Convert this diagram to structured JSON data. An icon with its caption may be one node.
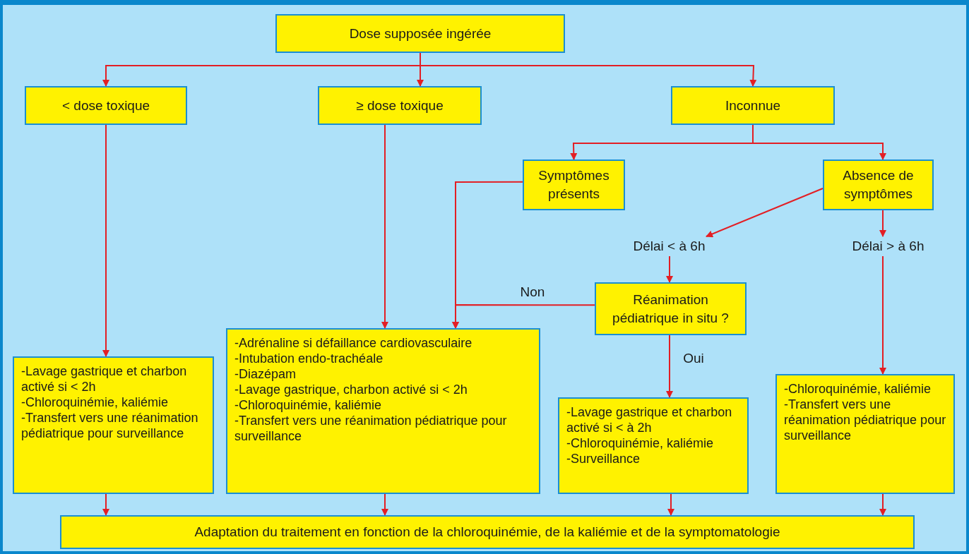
{
  "diagram": {
    "nodes": [
      {
        "text": [
          "Dose supposée ingérée"
        ]
      },
      {
        "text": [
          "< dose toxique"
        ]
      },
      {
        "text": [
          "≥ dose toxique"
        ]
      },
      {
        "text": [
          "Inconnue"
        ]
      },
      {
        "text": [
          "Symptômes présents"
        ]
      },
      {
        "text": [
          "Absence de symptômes"
        ]
      },
      {
        "text": [
          "Délai < à 6h"
        ]
      },
      {
        "text": [
          "Délai > à 6h"
        ]
      },
      {
        "text": [
          "Réanimation pédiatrique in situ ?"
        ]
      },
      {
        "text": [
          "-Lavage gastrique et charbon activé si < 2h",
          "-Chloroquinémie, kaliémie",
          "-Transfert vers une réanimation pédiatrique pour surveillance"
        ]
      },
      {
        "text": [
          "-Adrénaline si défaillance cardiovasculaire",
          "-Intubation endo-trachéale",
          "-Diazépam",
          "-Lavage gastrique, charbon activé si < 2h",
          "-Chloroquinémie, kaliémie",
          "-Transfert vers une réanimation pédiatrique pour surveillance"
        ]
      },
      {
        "text": [
          "-Lavage gastrique et charbon activé si < à 2h",
          "-Chloroquinémie, kaliémie",
          "-Surveillance"
        ]
      },
      {
        "text": [
          "-Chloroquinémie, kaliémie",
          "-Transfert vers une réanimation pédiatrique pour surveillance"
        ]
      },
      {
        "text": [
          "Adaptation du traitement en fonction de la chloroquinémie, de la kaliémie et de la symptomatologie"
        ]
      }
    ],
    "edges": [
      {
        "from": 0,
        "to": 1,
        "arrow": "to"
      },
      {
        "from": 0,
        "to": 2,
        "arrow": "to"
      },
      {
        "from": 0,
        "to": 3,
        "arrow": "to"
      },
      {
        "from": 1,
        "to": 9,
        "arrow": "to"
      },
      {
        "from": 2,
        "to": 10,
        "arrow": "to"
      },
      {
        "from": 3,
        "to": 4,
        "arrow": "to"
      },
      {
        "from": 3,
        "to": 5,
        "arrow": "to"
      },
      {
        "from": 4,
        "to": 10,
        "arrow": "to"
      },
      {
        "from": 8,
        "to": 10,
        "arrow": "to",
        "label": "Non"
      },
      {
        "from": 5,
        "to": 6,
        "arrow": "to"
      },
      {
        "from": 5,
        "to": 7,
        "arrow": "to"
      },
      {
        "from": 6,
        "to": 8,
        "arrow": "to"
      },
      {
        "from": 7,
        "to": 12,
        "arrow": "to"
      },
      {
        "from": 8,
        "to": 11,
        "arrow": "to",
        "label": "Oui"
      },
      {
        "from": 9,
        "to": 13,
        "arrow": "to"
      },
      {
        "from": 10,
        "to": 13,
        "arrow": "to"
      },
      {
        "from": 11,
        "to": 13,
        "arrow": "to"
      },
      {
        "from": 12,
        "to": 13,
        "arrow": "to"
      }
    ]
  }
}
